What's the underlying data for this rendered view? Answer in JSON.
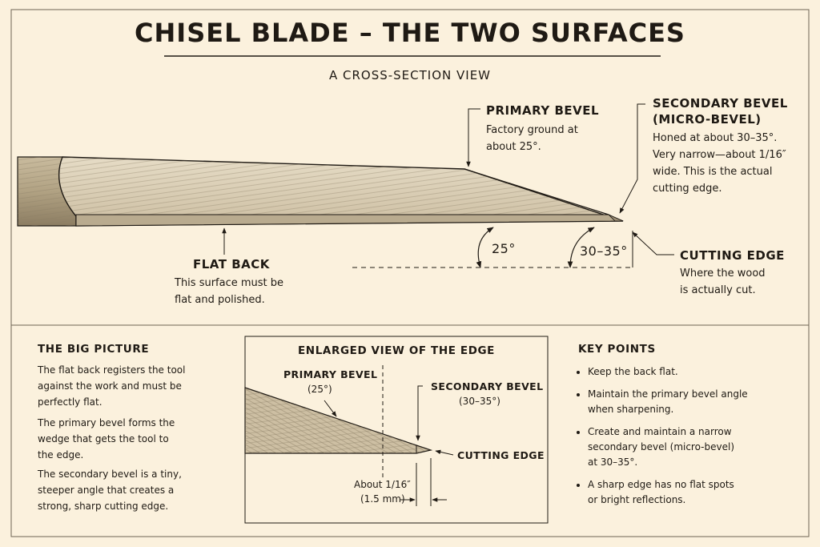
{
  "title": "CHISEL BLADE – THE TWO SURFACES",
  "subtitle": "A CROSS-SECTION VIEW",
  "diagram": {
    "primary_bevel": {
      "label": "PRIMARY BEVEL",
      "desc": [
        "Factory ground at",
        "about 25°."
      ]
    },
    "secondary_bevel": {
      "label": [
        "SECONDARY BEVEL",
        "(MICRO-BEVEL)"
      ],
      "desc": [
        "Honed at about 30–35°.",
        "Very narrow—about 1/16″",
        "wide. This is the actual",
        "cutting edge."
      ]
    },
    "flat_back": {
      "label": "FLAT BACK",
      "desc": [
        "This surface must be",
        "flat and polished."
      ]
    },
    "cutting_edge": {
      "label": "CUTTING EDGE",
      "desc": [
        "Where the wood",
        "is actually cut."
      ]
    },
    "angle_primary": "25°",
    "angle_secondary": "30–35°"
  },
  "big_picture": {
    "heading": "THE BIG PICTURE",
    "paragraphs": [
      [
        "The flat back registers the tool",
        "against the work and must be",
        "perfectly flat."
      ],
      [
        "The primary bevel forms the",
        "wedge that gets the tool to",
        "the edge."
      ],
      [
        "The secondary bevel is a tiny,",
        "steeper angle that creates a",
        "strong, sharp cutting edge."
      ]
    ]
  },
  "enlarged": {
    "heading": "ENLARGED VIEW OF THE EDGE",
    "primary_label": "PRIMARY BEVEL",
    "primary_angle": "(25°)",
    "secondary_label": "SECONDARY BEVEL",
    "secondary_angle": "(30–35°)",
    "cutting_edge": "CUTTING EDGE",
    "width_label": "About 1/16″",
    "width_metric": "(1.5 mm)"
  },
  "key_points": {
    "heading": "KEY POINTS",
    "items": [
      [
        "Keep the back flat."
      ],
      [
        "Maintain the primary bevel angle",
        "when sharpening."
      ],
      [
        "Create and maintain a narrow",
        "secondary bevel (micro-bevel)",
        "at 30–35°."
      ],
      [
        "A sharp edge has no flat spots",
        "or bright reflections."
      ]
    ]
  },
  "colors": {
    "background": "#fbf1dd",
    "ink": "#1f1a14",
    "steel": "#d8cbb0",
    "steel_dark": "#a89a80"
  }
}
